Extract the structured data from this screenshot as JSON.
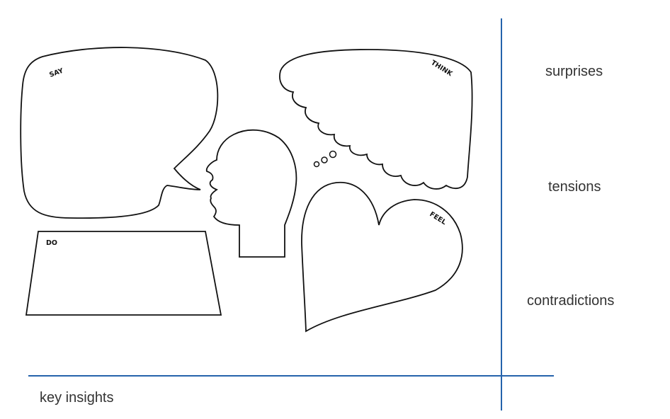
{
  "bubbles": {
    "say": "SAY",
    "think": "THINK",
    "feel": "FEEL",
    "do": "DO"
  },
  "side_labels": {
    "surprises": "surprises",
    "tensions": "tensions",
    "contradictions": "contradictions"
  },
  "bottom_label": "key insights",
  "colors": {
    "divider": "#2563ab",
    "ink": "#111111",
    "text": "#333333"
  }
}
